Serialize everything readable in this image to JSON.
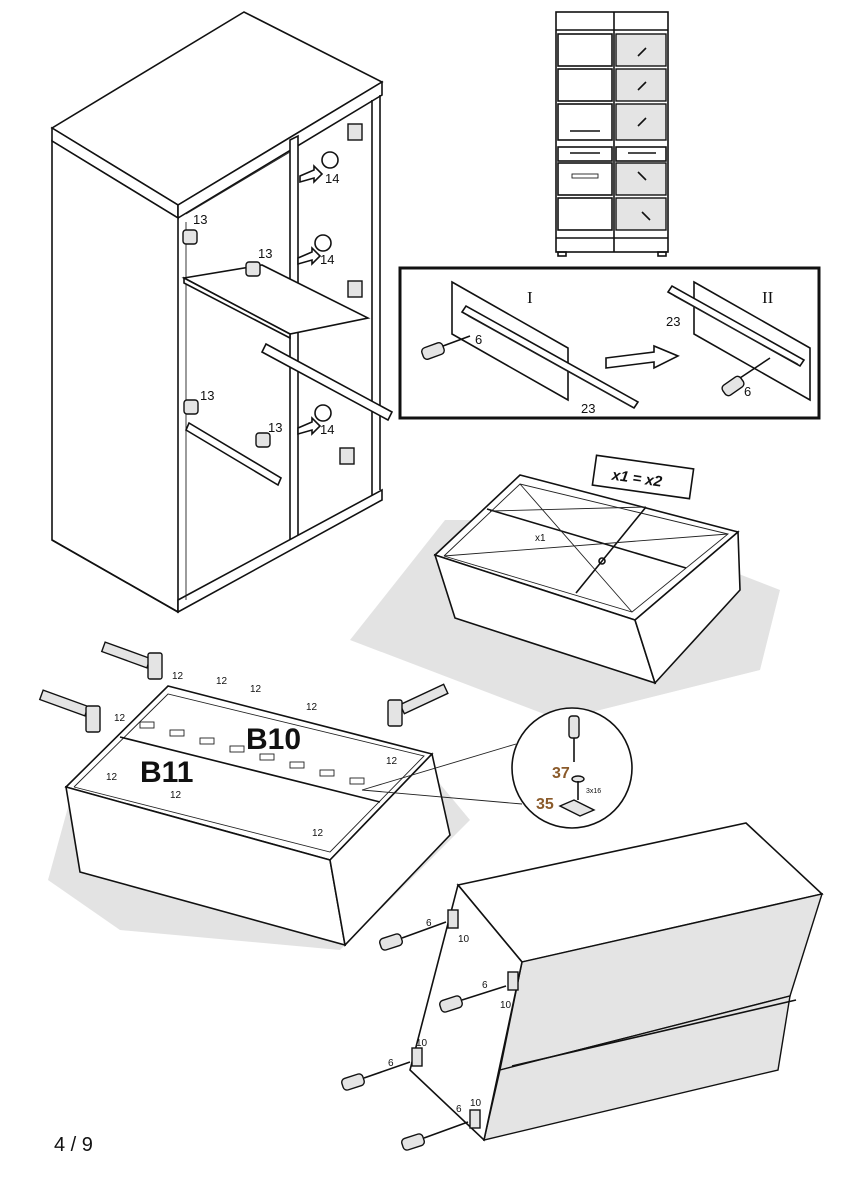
{
  "page_number": "4 / 9",
  "step1_cabinet": {
    "shelf_support_label": "13",
    "hinge_plate_label": "14"
  },
  "step2_rail_box": {
    "stage_one": "I",
    "stage_two": "II",
    "rail_label": "23",
    "screw_label": "6"
  },
  "step3_square_check": {
    "equation": "x1 = x2",
    "diagonal_label": "x1"
  },
  "step4_back_panels": {
    "nail_label": "12",
    "panel_upper": "B10",
    "panel_lower": "B11",
    "detail_part_a": "37",
    "detail_part_b": "35",
    "detail_size": "3x16"
  },
  "step5_drawer_fronts": {
    "screw_label": "6",
    "fitting_label": "10"
  },
  "colors": {
    "line": "#111111",
    "panel_fill": "#e4e4e4",
    "texture": "#d9d9d9",
    "part_number_brown": "#8a5a2a"
  }
}
